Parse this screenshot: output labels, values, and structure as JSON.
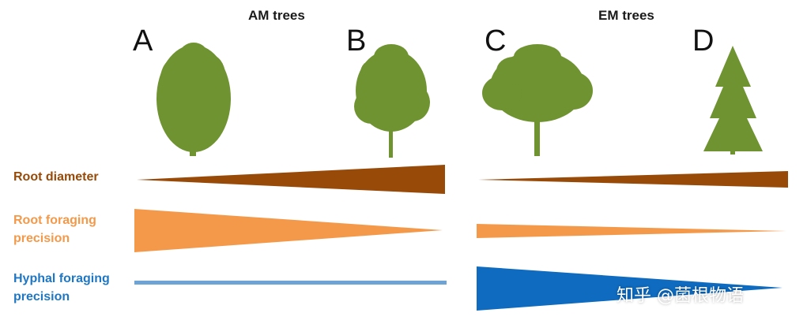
{
  "titles": {
    "am": "AM trees",
    "em": "EM trees"
  },
  "panels": [
    "A",
    "B",
    "C",
    "D"
  ],
  "rows": {
    "root_diameter": "Root diameter",
    "root_foraging": "Root foraging\nprecision",
    "hyphal_foraging": "Hyphal foraging\nprecision"
  },
  "watermark": "知乎 @菌根物语",
  "colors": {
    "tree": "#6f9331",
    "root_diameter": "#984a08",
    "root_foraging": "#f4994a",
    "hyphal_foraging": "#0e6bbf",
    "hyphal_line": "#6ea3d6"
  }
}
